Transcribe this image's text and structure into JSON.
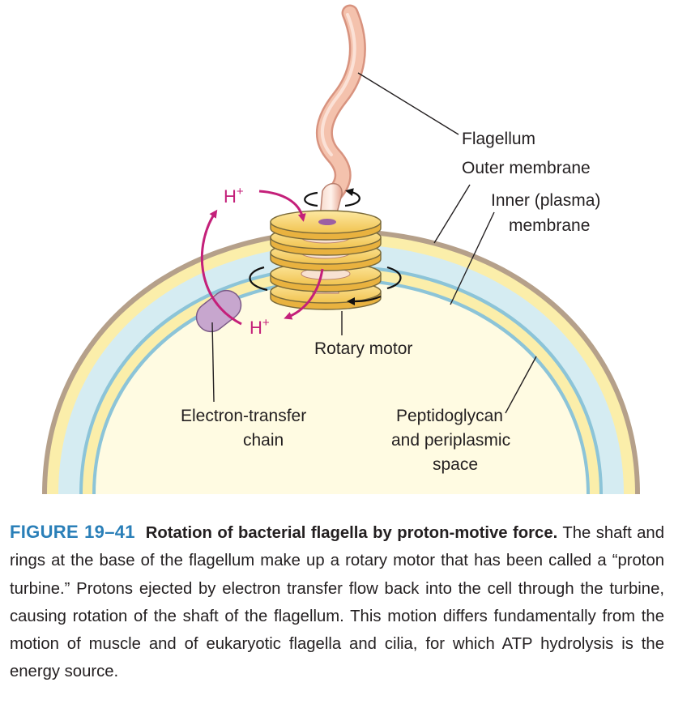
{
  "labels": {
    "flagellum": "Flagellum",
    "outer_membrane": "Outer membrane",
    "inner_membrane_line1": "Inner (plasma)",
    "inner_membrane_line2": "membrane",
    "rotary_motor": "Rotary motor",
    "etc_line1": "Electron-transfer",
    "etc_line2": "chain",
    "peptidoglycan_line1": "Peptidoglycan",
    "peptidoglycan_line2": "and periplasmic",
    "peptidoglycan_line3": "space",
    "h_plus_top": "H",
    "h_plus_bottom": "H",
    "superscript_plus": "+"
  },
  "caption": {
    "figure_number": "FIGURE 19–41",
    "title": "Rotation of bacterial flagella by proton-motive force.",
    "body": "The shaft and rings at the base of the flagellum make up a rotary motor that has been called a “proton turbine.” Protons ejected by electron transfer flow back into the cell through the turbine, causing rotation of the shaft of the flagellum. This motion differs fundamentally from the motion of muscle and of eukaryotic flagella and cilia, for which ATP hydrolysis is the energy source."
  },
  "colors": {
    "caption_figure_number": "#2a7fb8",
    "proton_arrow": "#c4207a",
    "outer_membrane_edge": "#b5a08a",
    "membrane_yellow": "#fbeeaa",
    "periplasm_blue": "#d5ecf2",
    "inner_membrane_blue": "#8cc4d8",
    "cytoplasm": "#fffbe2",
    "flagellum": "#f4c2ad",
    "motor_rings": "#fbd768",
    "etc_complex": "#c7a6ce"
  }
}
